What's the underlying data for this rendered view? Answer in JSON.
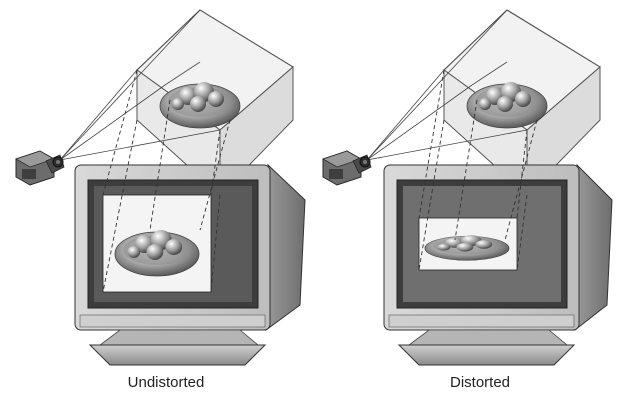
{
  "captions": {
    "left": "Undistorted",
    "right": "Distorted"
  },
  "colors": {
    "monitor_light": "#e2e2e2",
    "monitor_mid": "#b9b9b9",
    "monitor_dark": "#7c7c7c",
    "bezel_dark": "#3a3a3a",
    "screen_bg_distorted": "#6f6f6f",
    "frustum_fill": "#eeeeee",
    "line": "#555555"
  },
  "icons": {
    "camera": "camera-icon",
    "scene_object": "fruit-bowl-object",
    "monitor": "crt-monitor"
  }
}
